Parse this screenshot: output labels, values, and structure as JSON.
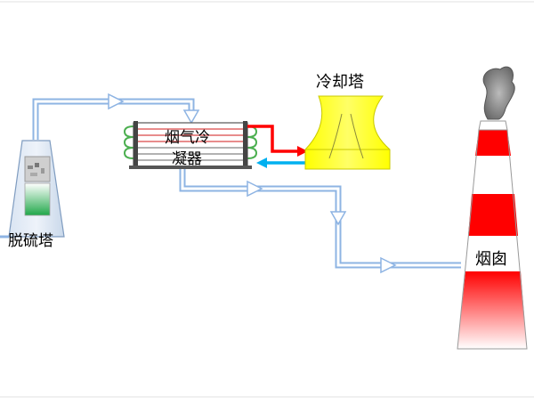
{
  "labels": {
    "desulfurization_tower": "脱硫塔",
    "flue_gas_condenser_line1": "烟气冷",
    "flue_gas_condenser_line2": "凝器",
    "cooling_tower": "冷却塔",
    "chimney": "烟囱"
  },
  "colors": {
    "flow_pipe": "#8eb4e3",
    "hot_pipe": "#ff0000",
    "cold_pipe": "#00b0f0",
    "cooling_tower": "#ffff00",
    "chimney_red": "#ff0000",
    "coil_green": "#4caf50",
    "tower_liquid": "#21a84a"
  }
}
